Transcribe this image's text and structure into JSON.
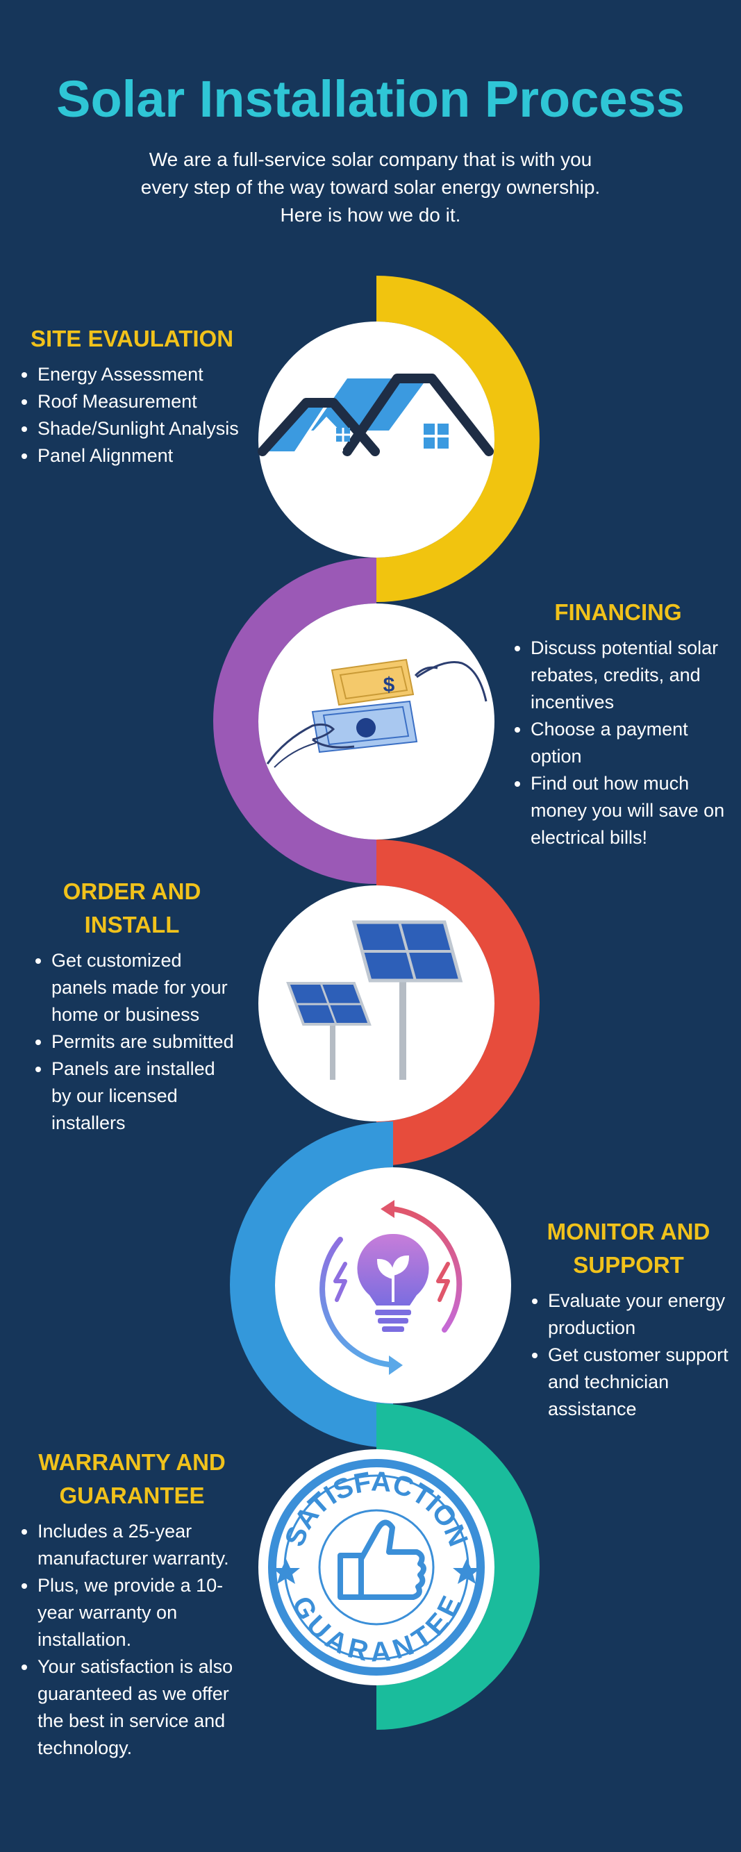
{
  "header": {
    "title": "Solar Installation Process",
    "intro": [
      "We are a full-service solar company that is with you",
      "every step of the way toward solar energy ownership.",
      "Here is how we do it."
    ]
  },
  "colors": {
    "background": "#16365a",
    "title": "#2fc6d6",
    "heading": "#f1c21b",
    "arc_yellow": "#f1c40f",
    "arc_purple": "#9b59b6",
    "arc_red": "#e74c3c",
    "arc_blue": "#3498db",
    "arc_green": "#1abc9c"
  },
  "steps": [
    {
      "heading_lines": [
        "SITE EVAULATION"
      ],
      "items": [
        "Energy Assessment",
        "Roof Measurement",
        "Shade/Sunlight Analysis",
        "Panel Alignment"
      ],
      "icon": "house-roof-icon",
      "arc_color": "#f1c40f"
    },
    {
      "heading_lines": [
        "FINANCING"
      ],
      "items": [
        "Discuss potential solar rebates, credits, and incentives",
        "Choose a payment option",
        "Find out how much money you will save on electrical bills!"
      ],
      "icon": "money-exchange-icon",
      "arc_color": "#9b59b6"
    },
    {
      "heading_lines": [
        "ORDER AND",
        "INSTALL"
      ],
      "items": [
        "Get customized panels made for your home or business",
        "Permits are submitted",
        "Panels are installed by our licensed installers"
      ],
      "icon": "solar-panels-icon",
      "arc_color": "#e74c3c"
    },
    {
      "heading_lines": [
        "MONITOR AND",
        "SUPPORT"
      ],
      "items": [
        "Evaluate your energy production",
        "Get customer support and technician assistance"
      ],
      "icon": "eco-bulb-icon",
      "arc_color": "#3498db"
    },
    {
      "heading_lines": [
        "WARRANTY AND",
        "GUARANTEE"
      ],
      "items": [
        "Includes a  25-year manufacturer warranty.",
        "Plus, we provide a 10-year warranty on installation.",
        "Your satisfaction is also guaranteed as we offer the best in service and technology."
      ],
      "icon": "satisfaction-guarantee-icon",
      "arc_color": "#1abc9c",
      "stamp_text_top": "SATISFACTION",
      "stamp_text_bottom": "GUARANTEE"
    }
  ]
}
